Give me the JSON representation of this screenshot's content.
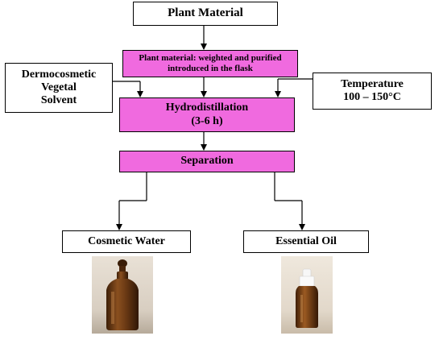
{
  "nodes": {
    "plant_material": "Plant Material",
    "flask_line1": "Plant material: weighted and purified",
    "flask_line2": "introduced in the flask",
    "solvent_line1": "Dermocosmetic",
    "solvent_line2": "Vegetal",
    "solvent_line3": "Solvent",
    "temperature_line1": "Temperature",
    "temperature_line2": "100 – 150°C",
    "hydro_line1": "Hydrodistillation",
    "hydro_line2": "(3-6 h)",
    "separation": "Separation",
    "cosmetic_water": "Cosmetic Water",
    "essential_oil": "Essential Oil"
  },
  "colors": {
    "process_fill": "#f06adf",
    "bottle_amber": "#6b3a14"
  },
  "images": {
    "left": "amber-bottle-with-stopper",
    "right": "small-amber-dropper-bottle"
  }
}
